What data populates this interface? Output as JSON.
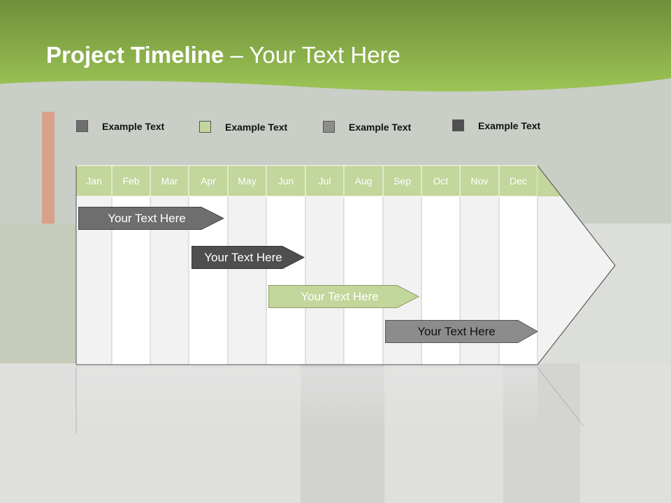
{
  "title": {
    "bold": "Project Timeline",
    "rest": " – Your Text Here"
  },
  "legend": [
    {
      "label": "Example Text",
      "color": "#6e6e6e"
    },
    {
      "label": "Example Text",
      "color": "#c3d69b"
    },
    {
      "label": "Example Text",
      "color": "#8c8c8c"
    },
    {
      "label": "Example Text",
      "color": "#4f4f4f"
    }
  ],
  "months": [
    "Jan",
    "Feb",
    "Mar",
    "Apr",
    "May",
    "Jun",
    "Jul",
    "Aug",
    "Sep",
    "Oct",
    "Nov",
    "Dec"
  ],
  "tasks": [
    {
      "label": "Your  Text Here",
      "fill": "#6e6e6e",
      "text_color": "#ffffff"
    },
    {
      "label": "Your  Text Here",
      "fill": "#4f4f4f",
      "text_color": "#ffffff"
    },
    {
      "label": "Your  Text Here",
      "fill": "#c3d69b",
      "text_color": "#ffffff"
    },
    {
      "label": "Your  Text Here",
      "fill": "#8c8c8c",
      "text_color": "#111111"
    }
  ],
  "colors": {
    "header_green": "#8db84a",
    "month_header": "#c3d69b",
    "col_light": "#f2f2f2",
    "col_white": "#ffffff"
  }
}
